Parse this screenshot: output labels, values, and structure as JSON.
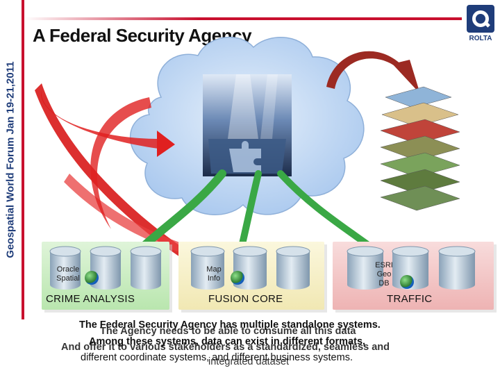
{
  "slide": {
    "sidebar_text": "Geospatial World Forum Jan 19-21,2011",
    "title": "A Federal Security Agency",
    "logo_text": "ROLTA"
  },
  "panels": {
    "crime": {
      "label": "CRIME ANALYSIS",
      "db_label": "Oracle Spatial"
    },
    "fusion": {
      "label": "FUSION CORE",
      "db_label": "Map Info"
    },
    "traffic": {
      "label": "TRAFFIC",
      "db_label": "ESRI Geo DB"
    }
  },
  "captions": {
    "line1": "The Federal Security Agency has multiple standalone systems.",
    "line2": "The Agency needs to be able to consume all this data",
    "line3": "Among these systems, data can exist in different formats,",
    "line4": "And offer it to various stakeholders as a standardized, seamless and",
    "line5": "different coordinate systems, and different business systems.",
    "line6": "integrated dataset"
  },
  "colors": {
    "accent_red": "#c8102e",
    "navy": "#1f3d7a",
    "arrow_green": "#3aa845",
    "arrow_red": "#e02020",
    "cloud": "#c7dcf5"
  }
}
